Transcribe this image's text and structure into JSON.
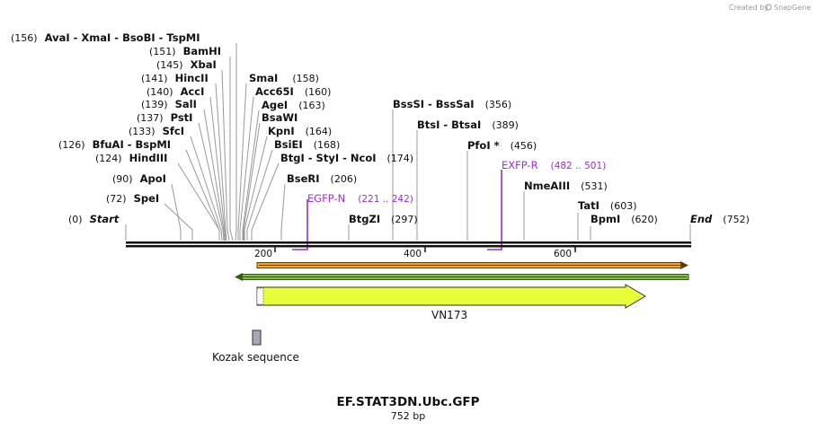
{
  "credit": {
    "prefix": "Created by",
    "brand": "SnapGene"
  },
  "sequence": {
    "name": "EF.STAT3DN.Ubc.GFP",
    "length_label": "752 bp"
  },
  "axis": {
    "ticks": [
      "200",
      "400",
      "600"
    ]
  },
  "ends": {
    "start": {
      "pos": "(0)",
      "name": "Start"
    },
    "end": {
      "name": "End",
      "pos": "(752)"
    }
  },
  "sites_left": [
    {
      "pos": "(156)",
      "names": "AvaI  - XmaI  - BsoBI  - TspMI"
    },
    {
      "pos": "(151)",
      "names": "BamHI"
    },
    {
      "pos": "(145)",
      "names": "XbaI"
    },
    {
      "pos": "(141)",
      "names": "HincII"
    },
    {
      "pos": "(140)",
      "names": "AccI"
    },
    {
      "pos": "(139)",
      "names": "SalI"
    },
    {
      "pos": "(137)",
      "names": "PstI"
    },
    {
      "pos": "(133)",
      "names": "SfcI"
    },
    {
      "pos": "(126)",
      "names": "BfuAI  - BspMI"
    },
    {
      "pos": "(124)",
      "names": "HindIII"
    },
    {
      "pos": "(90)",
      "names": "ApoI"
    },
    {
      "pos": "(72)",
      "names": "SpeI"
    }
  ],
  "sites_right": [
    {
      "names": "SmaI",
      "pos": "(158)"
    },
    {
      "names": "Acc65I",
      "pos": "(160)"
    },
    {
      "names": "AgeI",
      "pos": "(163)"
    },
    {
      "names": "BsaWI",
      "pos": ""
    },
    {
      "names": "KpnI",
      "pos": "(164)"
    },
    {
      "names": "BsiEI",
      "pos": "(168)"
    },
    {
      "names": "BtgI  - StyI  - NcoI",
      "pos": "(174)"
    },
    {
      "names": "BseRI",
      "pos": "(206)"
    },
    {
      "names": "BtgZI",
      "pos": "(297)"
    },
    {
      "names": "BssSI  - BssSaI",
      "pos": "(356)"
    },
    {
      "names": "BtsI  - BtsaI",
      "pos": "(389)"
    },
    {
      "names": "PfoI *",
      "pos": "(456)"
    },
    {
      "names": "NmeAIII",
      "pos": "(531)"
    },
    {
      "names": "TatI",
      "pos": "(603)"
    },
    {
      "names": "BpmI",
      "pos": "(620)"
    }
  ],
  "primers": [
    {
      "name": "EGFP-N",
      "range": "(221 .. 242)"
    },
    {
      "name": "EXFP-R",
      "range": "(482 .. 501)"
    }
  ],
  "features": {
    "cds_label": "VN173",
    "kozak_label": "Kozak sequence"
  },
  "colors": {
    "primer": "#9b30d0",
    "orange_bar": "#f5a623",
    "green_bar": "#7fc241",
    "cds_fill": "#e6ff3a",
    "kozak_fill": "#a8a8b4",
    "backbone": "#111111"
  }
}
